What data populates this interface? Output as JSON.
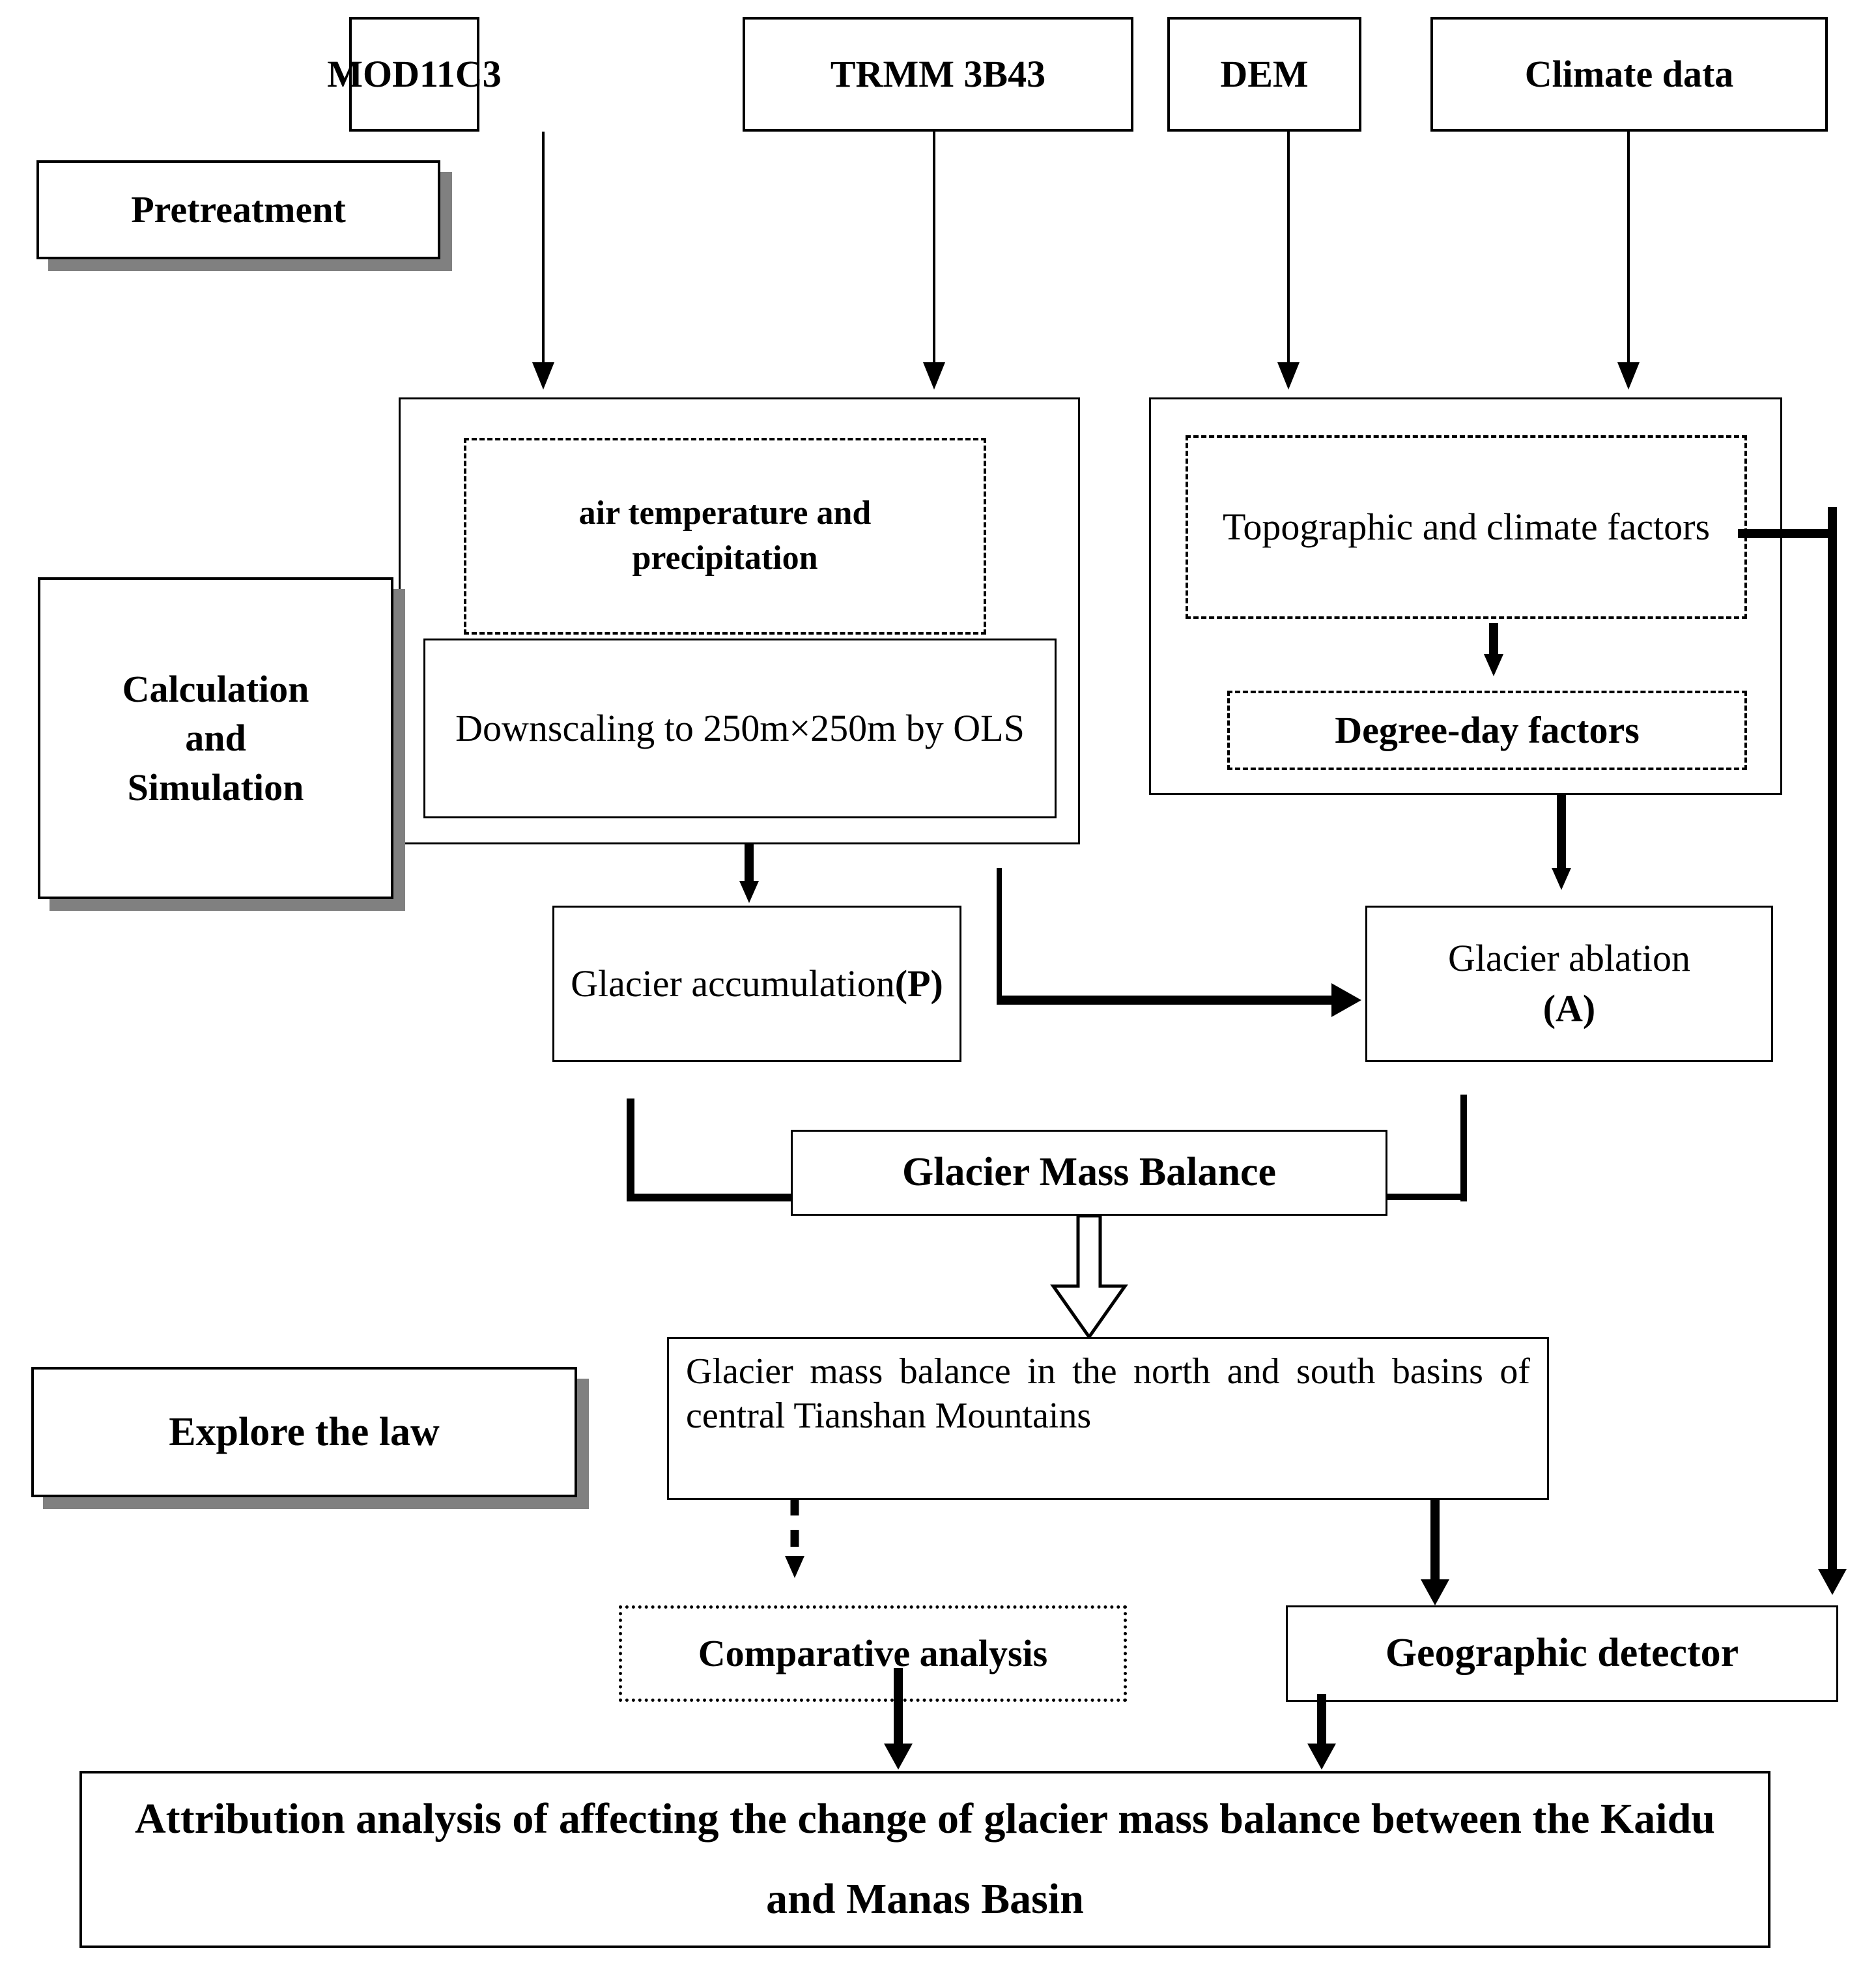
{
  "diagram": {
    "title": "Glacier mass balance research flowchart",
    "stages": [
      {
        "id": "pretreatment",
        "label": "Pretreatment"
      },
      {
        "id": "calculation",
        "label": "Calculation\nand\nSimulation"
      },
      {
        "id": "explore",
        "label": "Explore the law"
      }
    ],
    "data_sources": [
      {
        "id": "mod11c3",
        "label": "MOD11C3"
      },
      {
        "id": "trmm3b43",
        "label": "TRMM 3B43"
      },
      {
        "id": "dem",
        "label": "DEM"
      },
      {
        "id": "climate_data",
        "label": "Climate data"
      }
    ],
    "left_group": {
      "variables": "air temperature and precipitation",
      "downscaling": "Downscaling to 250m×250m by OLS"
    },
    "right_group": {
      "factors": "Topographic and climate factors",
      "degree_day": "Degree-day factors"
    },
    "accumulation": {
      "text": "Glacier accumulation",
      "symbol": "(P)"
    },
    "ablation": {
      "text": "Glacier ablation",
      "symbol": "(A)"
    },
    "mass_balance": "Glacier Mass Balance",
    "regional_result": "Glacier mass balance in the north and south basins of central Tianshan Mountains",
    "comparative_analysis": "Comparative analysis",
    "geographic_detector": "Geographic detector",
    "conclusion": "Attribution analysis of affecting the change of glacier mass balance between the Kaidu and Manas Basin",
    "colors": {
      "line": "#000000",
      "shadow": "#808080",
      "background": "#ffffff"
    }
  }
}
